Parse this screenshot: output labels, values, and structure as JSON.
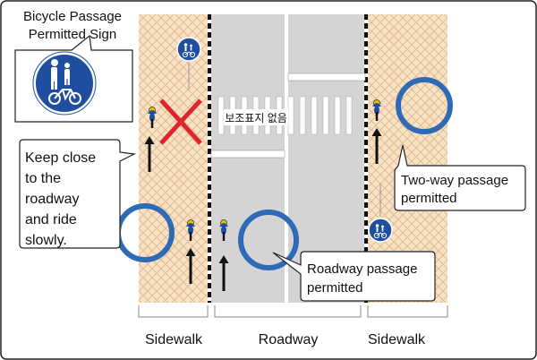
{
  "callouts": {
    "sign_name": [
      "Bicycle Passage",
      "Permitted Sign"
    ],
    "keep_close": [
      "Keep close",
      "to the",
      "roadway",
      "and ride",
      "slowly."
    ],
    "two_way": [
      "Two-way passage",
      "permitted"
    ],
    "roadway_passage": [
      "Roadway passage",
      "permitted"
    ]
  },
  "crosswalk_label": "보조표지 없음",
  "zones": {
    "left_sidewalk": "Sidewalk",
    "roadway": "Roadway",
    "right_sidewalk": "Sidewalk"
  },
  "colors": {
    "sign_blue": "#1F4E9E",
    "circle_blue": "#2E6AB5",
    "cross_red": "#E0252A",
    "sidewalk_fill": "#F7E2C6",
    "road_fill": "#D4D4D4"
  },
  "icons": [
    "bicycle-pedestrian-sign-icon",
    "cyclist-icon",
    "arrow-up-icon",
    "prohibited-x-icon"
  ]
}
